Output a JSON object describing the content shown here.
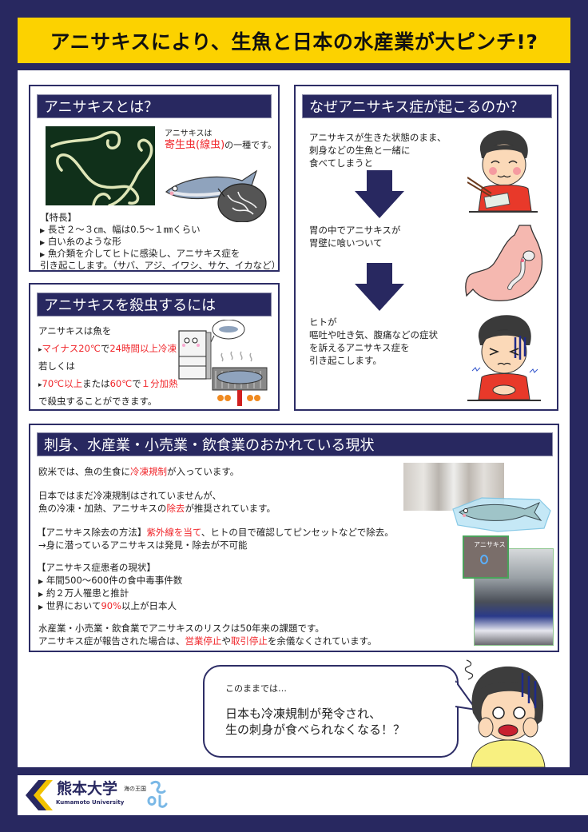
{
  "title": "アニサキスにより、生魚と日本の水産業が大ピンチ!?",
  "colors": {
    "navy": "#282860",
    "yellow": "#fcd200",
    "red": "#f0252a",
    "white": "#ffffff"
  },
  "what_is": {
    "heading": "アニサキスとは？",
    "intro_line1": "アニサキスは",
    "intro_red": "寄生虫(線虫)",
    "intro_tail": "の一種です。",
    "features_heading": "【特長】",
    "features": [
      "長さ２～３㎝、幅は0.5～１㎜くらい",
      "白い糸のような形",
      "魚介類を介してヒトに感染し、アニサキス症を"
    ],
    "features_cont": "引き起こします。（サバ、アジ、イワシ、サケ、イカなど）",
    "bullet": "▶"
  },
  "kill": {
    "heading": "アニサキスを殺虫するには",
    "line1": "アニサキスは魚を",
    "freeze_bullet": "▸",
    "freeze_red1": "マイナス20℃",
    "freeze_mid": "で",
    "freeze_red2": "24時間以上冷凍",
    "or": "若しくは",
    "heat_bullet": "▸",
    "heat_red1": "70℃以上",
    "heat_mid1": "または",
    "heat_red2": "60℃",
    "heat_mid2": "で",
    "heat_red3": "１分加熱",
    "last": "で殺虫することができます。"
  },
  "why": {
    "heading": "なぜアニサキス症が起こるのか？",
    "step1": [
      "アニサキスが生きた状態のまま、",
      "刺身などの生魚と一緒に",
      "食べてしまうと"
    ],
    "step2": [
      "胃の中でアニサキスが",
      "胃壁に喰いついて"
    ],
    "step3": [
      "ヒトが",
      "嘔吐や吐き気、腹痛などの症状",
      "を訴えるアニサキス症を",
      "引き起こします。"
    ]
  },
  "status": {
    "heading": "刺身、水産業・小売業・飲食業のおかれている現状",
    "p1_pre": "欧米では、魚の生食に",
    "p1_red": "冷凍規制",
    "p1_post": "が入っています。",
    "p2_line1": "日本ではまだ冷凍規制はされていませんが、",
    "p2_pre": "魚の冷凍・加熱、アニサキスの",
    "p2_red": "除去",
    "p2_post": "が推奨されています。",
    "p3_pre": "【アニサキス除去の方法】",
    "p3_red": "紫外線を当て",
    "p3_post": "、ヒトの目で確認してピンセットなどで除去。",
    "p3_line2": "→身に潜っているアニサキスは発見・除去が不可能",
    "patients_heading": "【アニサキス症患者の現状】",
    "patients": [
      {
        "pre": "年間500～600件の食中毒事件数",
        "red": "",
        "post": ""
      },
      {
        "pre": "約２万人罹患と推計",
        "red": "",
        "post": ""
      },
      {
        "pre": "世界において",
        "red": "90%",
        "post": "以上が日本人"
      }
    ],
    "p4_line1": "水産業・小売業・飲食業でアニサキスのリスクは50年来の課題です。",
    "p4_pre": "アニサキス症が報告された場合は、",
    "p4_red1": "営業停止",
    "p4_mid": "や",
    "p4_red2": "取引停止",
    "p4_post": "を余儀なくされています。",
    "uv_photo_label": "アニサキス",
    "bullet": "▶"
  },
  "bubble": {
    "small": "このままでは…",
    "line1": "日本も冷凍規制が発令され、",
    "line2": "生の刺身が食べられなくなる！？"
  },
  "footer": {
    "university_jp": "熊本大学",
    "university_en": "Kumamoto University",
    "partner_logo_text": "海の王国"
  }
}
